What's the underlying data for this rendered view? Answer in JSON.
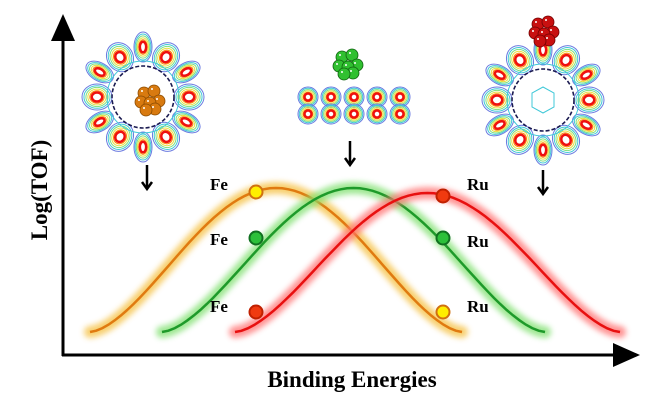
{
  "axes": {
    "ylabel": "Log(TOF)",
    "xlabel": "Binding Energies"
  },
  "labels": {
    "left": [
      "Fe",
      "Fe",
      "Fe"
    ],
    "right": [
      "Ru",
      "Ru",
      "Ru"
    ]
  },
  "colors": {
    "orange": "#e07a10",
    "orange_glow": "#f5c040",
    "green": "#1e9a2a",
    "green_glow": "#80e070",
    "red": "#e81010",
    "red_glow": "#ff7070",
    "yellow_dot": "#ffee00",
    "green_dot": "#2cc03a",
    "red_dot": "#f03a10"
  }
}
